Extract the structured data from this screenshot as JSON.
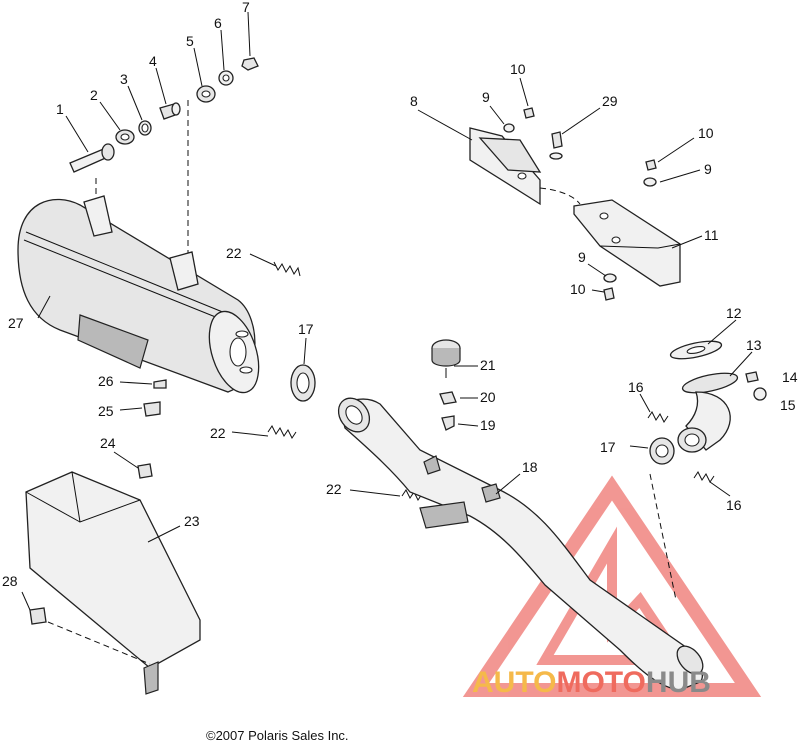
{
  "copyright": "©2007 Polaris Sales Inc.",
  "watermark": {
    "word_auto": "AUTO",
    "word_moto": "MOTO",
    "word_hub": "HUB",
    "color_auto": "#f5b94a",
    "color_moto": "#ef6b5e",
    "color_hub": "#8a8a8a",
    "logo_color": "#e8423a"
  },
  "callouts": {
    "c1": "1",
    "c2": "2",
    "c3": "3",
    "c4": "4",
    "c5": "5",
    "c6": "6",
    "c7": "7",
    "c8": "8",
    "c9a": "9",
    "c9b": "9",
    "c9c": "9",
    "c10a": "10",
    "c10b": "10",
    "c10c": "10",
    "c11": "11",
    "c12": "12",
    "c13": "13",
    "c14": "14",
    "c15": "15",
    "c16a": "16",
    "c16b": "16",
    "c17a": "17",
    "c17b": "17",
    "c18": "18",
    "c19": "19",
    "c20": "20",
    "c21": "21",
    "c22a": "22",
    "c22b": "22",
    "c22c": "22",
    "c23": "23",
    "c24": "24",
    "c25": "25",
    "c26": "26",
    "c27": "27",
    "c28": "28",
    "c29": "29"
  }
}
